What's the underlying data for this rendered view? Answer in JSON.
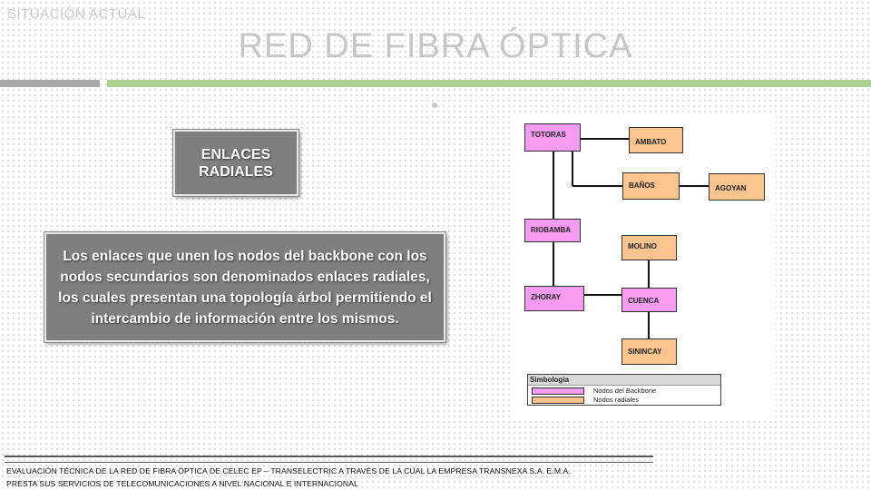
{
  "header": {
    "section": "SITUACIÓN ACTUAL",
    "title": "RED DE FIBRA ÓPTICA"
  },
  "left": {
    "tag_lines": [
      "ENLACES",
      "RADIALES"
    ],
    "description": "Los enlaces que unen los nodos del backbone con los nodos secundarios son denominados enlaces radiales, los cuales presentan una topología árbol permitiendo el intercambio de información entre los mismos."
  },
  "diagram": {
    "nodes": {
      "totoras": "TOTORAS",
      "ambato": "AMBATO",
      "banos": "BAÑOS",
      "agoyan": "AGOYAN",
      "riobamba": "RIOBAMBA",
      "molino": "MOLINO",
      "zhoray": "ZHORAY",
      "cuenca": "CUENCA",
      "sinincay": "SININCAY"
    },
    "legend": {
      "title": "Simbologia",
      "backbone": "Nodos del Backbone",
      "radial": "Nodos radiales"
    },
    "colors": {
      "backbone": "#f99cf1",
      "radial": "#fbc38e"
    }
  },
  "footer": {
    "line1": "EVALUACIÓN TÉCNICA DE LA RED DE FIBRA ÓPTICA DE CELEC EP – TRANSELECTRIC A TRAVÉS DE LA CUAL LA EMPRESA TRANSNEXA S.A. E.M.A.",
    "line2": "PRESTA SUS SERVICIOS DE TELECOMUNICACIONES  A NIVEL NACIONAL E INTERNACIONAL"
  }
}
